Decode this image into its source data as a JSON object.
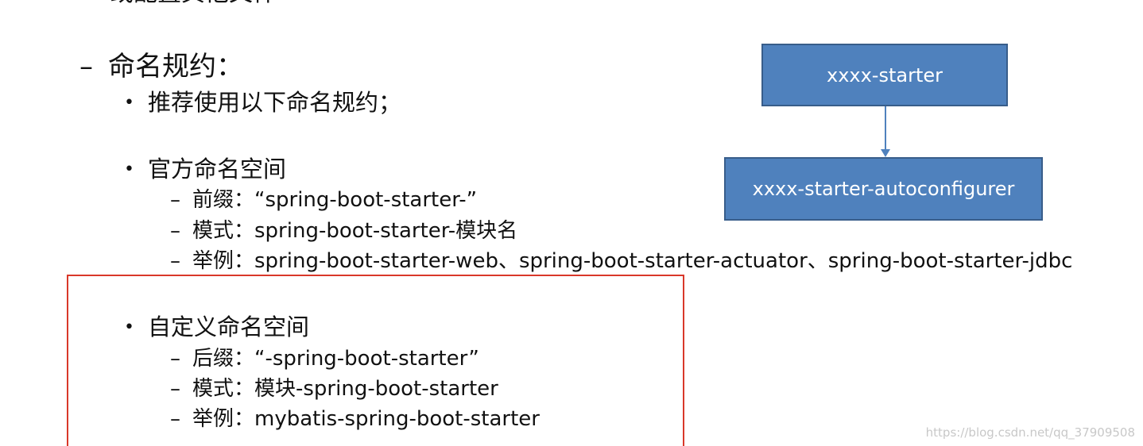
{
  "top_cut_text": "或配置其他文件",
  "section": {
    "dash": "–",
    "title": "命名规约："
  },
  "bullet_symbol": "•",
  "sub_dash": "–",
  "recommend": "推荐使用以下命名规约；",
  "official": {
    "title": "官方命名空间",
    "items": [
      "前缀：“spring-boot-starter-”",
      "模式：spring-boot-starter-模块名",
      "举例：spring-boot-starter-web、spring-boot-starter-actuator、spring-boot-starter-jdbc"
    ]
  },
  "custom": {
    "title": "自定义命名空间",
    "items": [
      "后缀：“-spring-boot-starter”",
      "模式：模块-spring-boot-starter",
      "举例：mybatis-spring-boot-starter"
    ]
  },
  "diagram": {
    "top_box": "xxxx-starter",
    "bottom_box": "xxxx-starter-autoconfigurer",
    "box_color": "#4f81bd"
  },
  "highlight_color": "#d9382a",
  "watermark": "https://blog.csdn.net/qq_37909508"
}
